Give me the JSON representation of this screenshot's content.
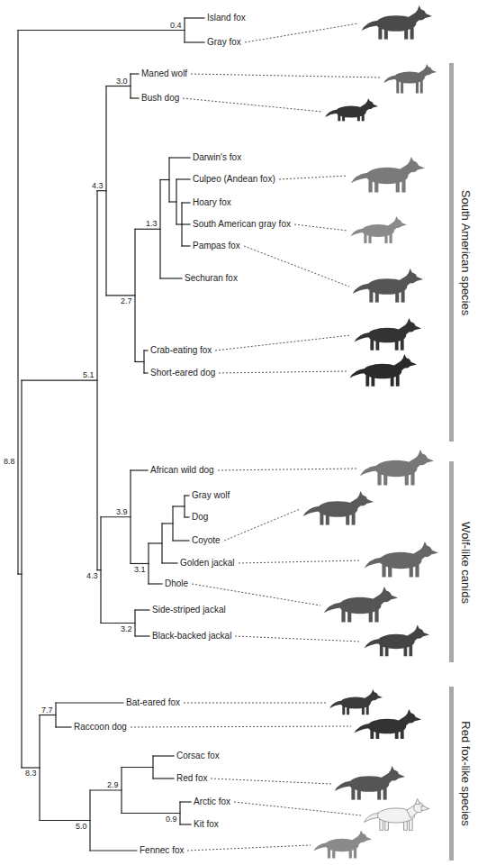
{
  "diagram": {
    "labels": [
      "0.4",
      "Island fox",
      "Gray fox",
      "3.0",
      "Maned wolf",
      "Bush dog",
      "South American species",
      "4.3",
      "Darwin's fox",
      "Culpeo (Andean fox)",
      "Hoary fox",
      "South American gray fox",
      "1.3",
      "Pampas fox",
      "Sechuran fox",
      "2.7",
      "Crab-eating fox",
      "Short-eared dog",
      "5.1",
      "8.8",
      "African wild dog",
      "3.9",
      "Gray wolf",
      "Dog",
      "Coyote",
      "Wolf-like canids",
      "Golden jackal",
      "3.1",
      "4.3",
      "Dhole",
      "Side-striped jackal",
      "3.2",
      "Black-backed jackal",
      "Bat-eared fox",
      "7.7",
      "Raccoon dog",
      "8.3",
      "Corsac fox",
      "Red fox-like species",
      "2.9",
      "Red fox",
      "0.9",
      "Arctic fox",
      "Kit fox",
      "5.0",
      "Fennec fox"
    ]
  }
}
